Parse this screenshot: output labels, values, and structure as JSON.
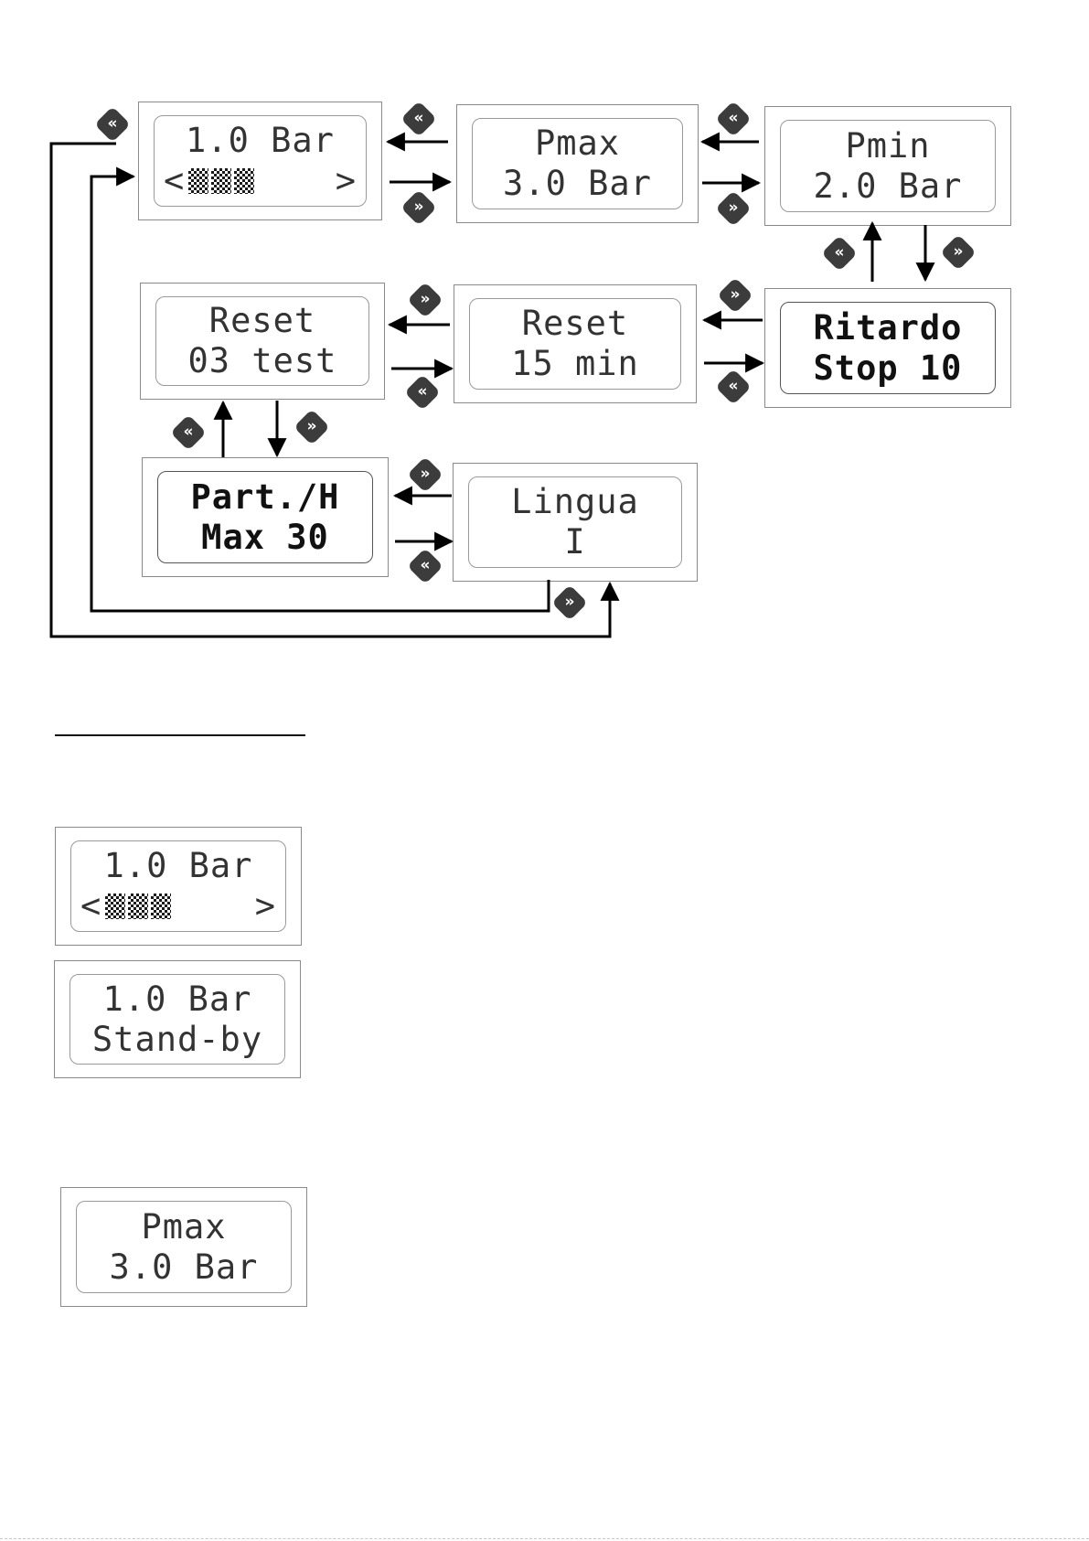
{
  "diagram": {
    "screens": {
      "home": {
        "line1": "1.0 Bar",
        "line2_left": "<",
        "line2_right": ">",
        "bar_level": 3
      },
      "pmax": {
        "line1": "Pmax",
        "line2": "3.0 Bar"
      },
      "pmin": {
        "line1": "Pmin",
        "line2": "2.0 Bar"
      },
      "ritardo": {
        "line1": "Ritardo",
        "line2": "Stop 10"
      },
      "reset15": {
        "line1": "Reset",
        "line2": "15 min"
      },
      "reset03": {
        "line1": "Reset",
        "line2": "03 test"
      },
      "part": {
        "line1": "Part./H",
        "line2": "Max 30"
      },
      "lingua": {
        "line1": "Lingua",
        "line2": "I"
      }
    },
    "buttons": {
      "back_glyph": "«",
      "forward_glyph": "»",
      "back_icon": "back-arrow-icon",
      "forward_icon": "forward-arrow-icon"
    }
  },
  "examples": {
    "home": {
      "line1": "1.0 Bar",
      "line2_left": "<",
      "line2_right": ">",
      "bar_level": 3
    },
    "standby": {
      "line1": "1.0 Bar",
      "line2": "Stand-by"
    },
    "pmax": {
      "line1": "Pmax",
      "line2": "3.0 Bar"
    }
  }
}
